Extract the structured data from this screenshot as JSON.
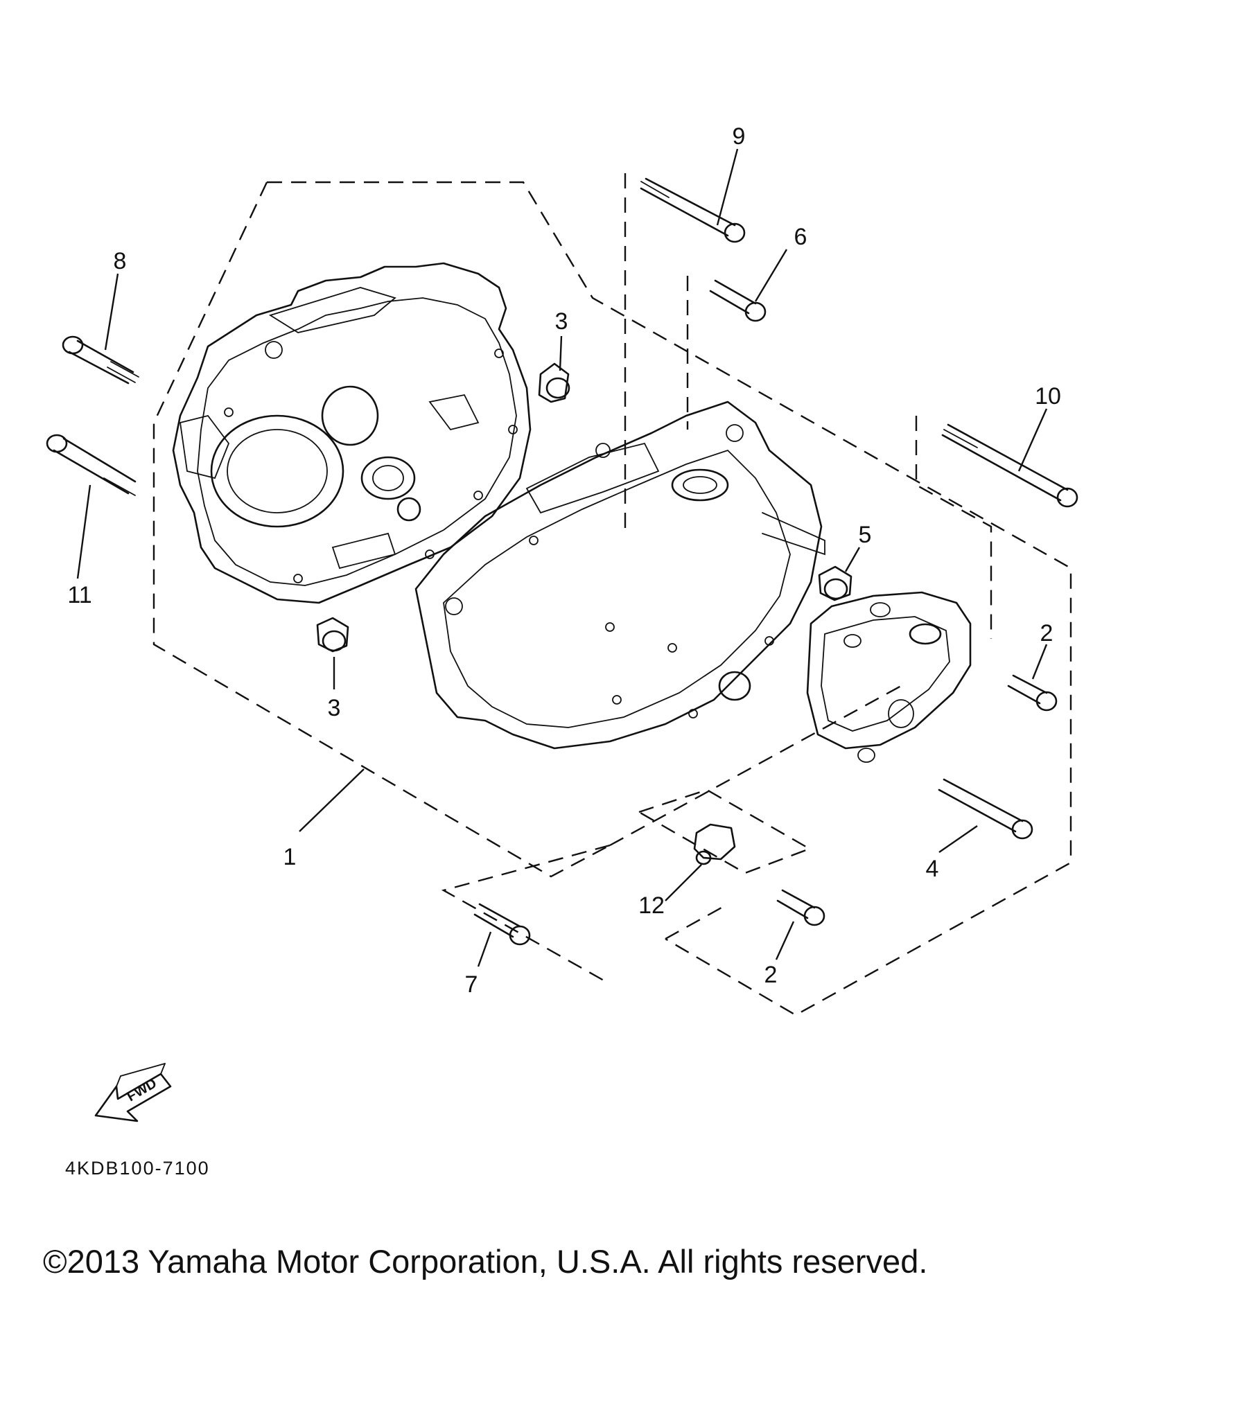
{
  "diagram": {
    "drawing_code": "4KDB100-7100",
    "forward_arrow": {
      "label": "FWD",
      "icon": "forward-arrow-icon"
    },
    "callouts": [
      {
        "id": "1",
        "text": "1"
      },
      {
        "id": "2a",
        "text": "2"
      },
      {
        "id": "2b",
        "text": "2"
      },
      {
        "id": "3a",
        "text": "3"
      },
      {
        "id": "3b",
        "text": "3"
      },
      {
        "id": "4",
        "text": "4"
      },
      {
        "id": "5",
        "text": "5"
      },
      {
        "id": "6",
        "text": "6"
      },
      {
        "id": "7",
        "text": "7"
      },
      {
        "id": "8",
        "text": "8"
      },
      {
        "id": "9",
        "text": "9"
      },
      {
        "id": "10",
        "text": "10"
      },
      {
        "id": "11",
        "text": "11"
      },
      {
        "id": "12",
        "text": "12"
      }
    ]
  },
  "footer": {
    "copyright": "©2013 Yamaha Motor Corporation, U.S.A. All rights reserved."
  }
}
